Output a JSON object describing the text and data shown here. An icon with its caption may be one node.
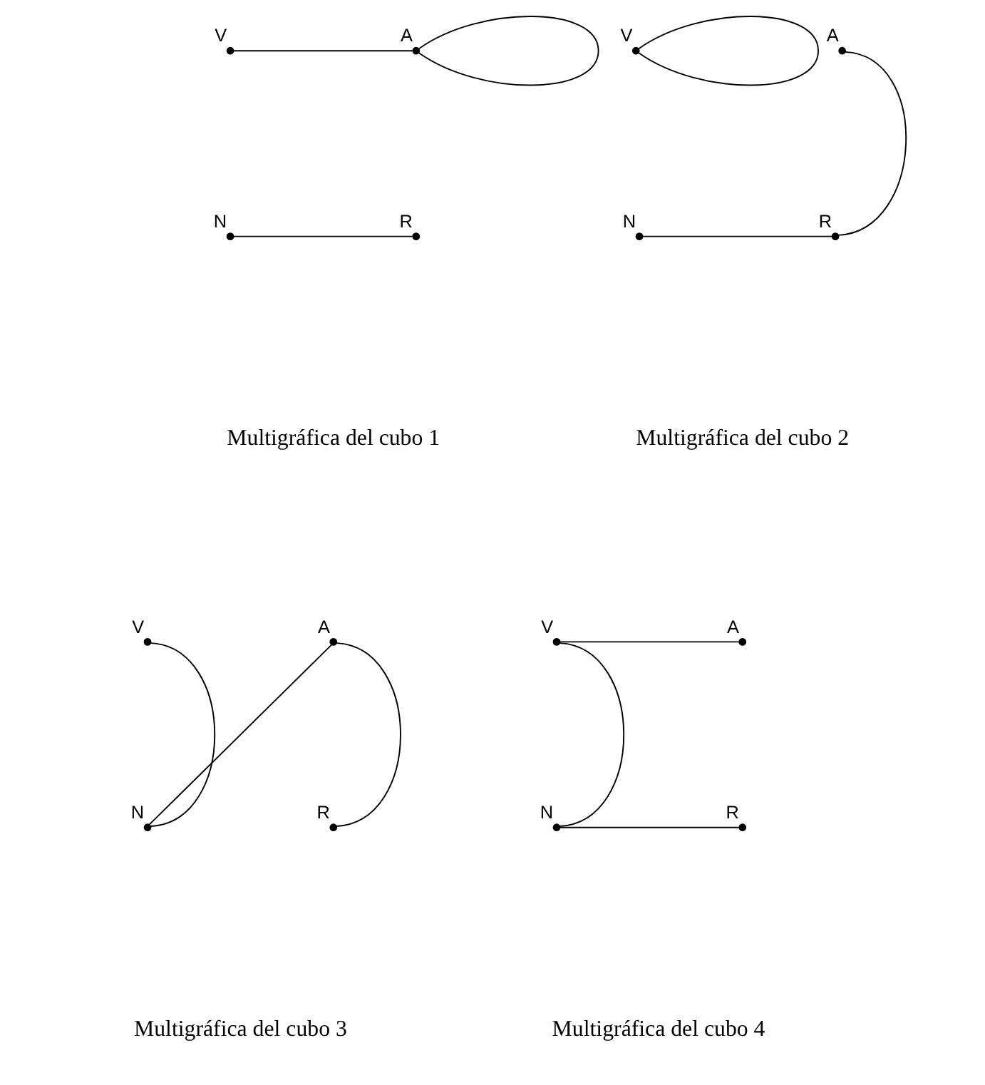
{
  "diagram": {
    "nodes": [
      {
        "text": [],
        "shape": "circle",
        "beside": [
          "A"
        ]
      },
      {
        "text": [],
        "shape": "circle",
        "beside": [
          "V"
        ]
      },
      {
        "text": [],
        "shape": "circle",
        "beside": [
          "R"
        ]
      },
      {
        "text": [],
        "shape": "circle",
        "beside": [
          "N"
        ]
      },
      {
        "text": [],
        "shape": "circle",
        "beside": [
          "A"
        ]
      },
      {
        "text": [],
        "shape": "circle",
        "beside": [
          "V"
        ]
      },
      {
        "text": [],
        "shape": "circle",
        "beside": [
          "R"
        ]
      },
      {
        "text": [],
        "shape": "circle",
        "beside": [
          "N"
        ]
      },
      {
        "text": [],
        "shape": "circle",
        "beside": [
          "A"
        ]
      },
      {
        "text": [],
        "shape": "circle",
        "beside": [
          "V"
        ]
      },
      {
        "text": [],
        "shape": "circle",
        "beside": [
          "R"
        ]
      },
      {
        "text": [],
        "shape": "circle",
        "beside": [
          "N"
        ]
      },
      {
        "text": [],
        "shape": "circle",
        "beside": [
          "A"
        ]
      },
      {
        "text": [],
        "shape": "circle",
        "beside": [
          "V"
        ]
      },
      {
        "text": [],
        "shape": "circle",
        "beside": [
          "R"
        ]
      },
      {
        "text": [],
        "shape": "circle",
        "beside": [
          "N"
        ]
      }
    ],
    "edges": [
      {
        "from": 0,
        "to": 0,
        "arrow": "none"
      },
      {
        "from": 0,
        "to": 1,
        "arrow": "none"
      },
      {
        "from": 2,
        "to": 3,
        "arrow": "none"
      },
      {
        "from": 5,
        "to": 5,
        "arrow": "none"
      },
      {
        "from": 4,
        "to": 6,
        "arrow": "none"
      },
      {
        "from": 6,
        "to": 7,
        "arrow": "none"
      },
      {
        "from": 8,
        "to": 10,
        "arrow": "none"
      },
      {
        "from": 8,
        "to": 11,
        "arrow": "none"
      },
      {
        "from": 9,
        "to": 11,
        "arrow": "none"
      },
      {
        "from": 12,
        "to": 13,
        "arrow": "none"
      },
      {
        "from": 13,
        "to": 15,
        "arrow": "none"
      },
      {
        "from": 14,
        "to": 15,
        "arrow": "none"
      }
    ],
    "labels": [
      "Multigráfica del cubo 1",
      "Multigráfica del cubo 2",
      "Multigráfica del cubo 3",
      "Multigráfica del cubo 4"
    ]
  }
}
